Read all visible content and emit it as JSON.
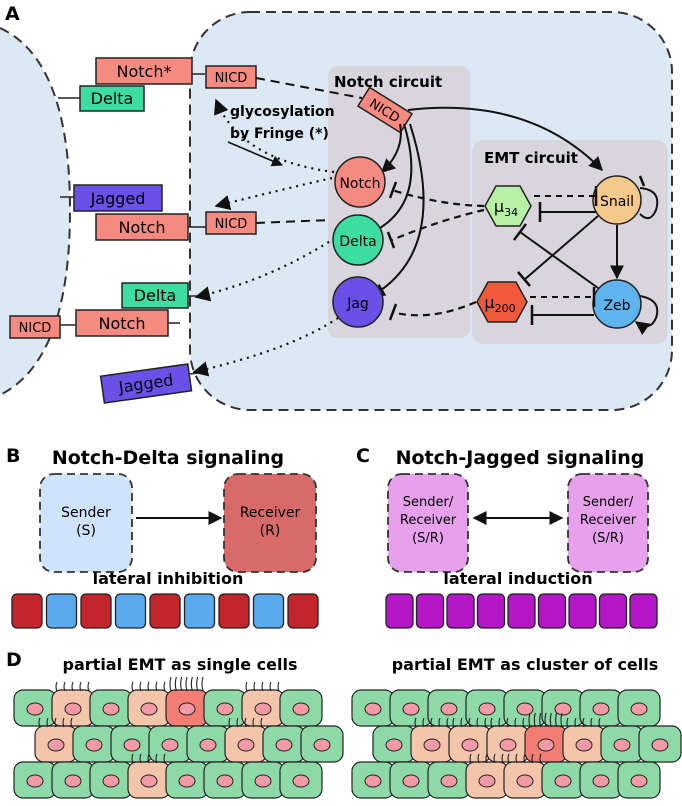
{
  "panels": {
    "a": {
      "letter": "A",
      "membrane": {
        "notch_star": "Notch*",
        "delta_top": "Delta",
        "jagged_mid": "Jagged",
        "notch_mid": "Notch",
        "delta_low": "Delta",
        "notch_low": "Notch",
        "jagged_bottom": "Jagged"
      },
      "nicd": "NICD",
      "glycosylation": "glycosylation",
      "by_fringe": "by Fringe (*)",
      "notch_circuit_title": "Notch circuit",
      "emt_circuit_title": "EMT circuit",
      "nodes": {
        "notch": "Notch",
        "delta": "Delta",
        "jag": "Jag",
        "snail": "Snail",
        "zeb": "Zeb",
        "mu_symbol": "μ",
        "mu34_sub": "34",
        "mu200_sub": "200"
      }
    },
    "b": {
      "letter": "B",
      "title": "Notch-Delta signaling",
      "sender_line1": "Sender",
      "sender_line2": "(S)",
      "receiver_line1": "Receiver",
      "receiver_line2": "(R)",
      "caption": "lateral inhibition"
    },
    "c": {
      "letter": "C",
      "title": "Notch-Jagged signaling",
      "sr_line1": "Sender/",
      "sr_line2": "Receiver",
      "sr_line3": "(S/R)",
      "caption": "lateral induction"
    },
    "d": {
      "letter": "D",
      "left_title": "partial EMT as single cells",
      "right_title": "partial EMT as cluster of cells"
    }
  },
  "colors": {
    "cell_fill": "#dce9f5",
    "circuit_box": "#d8d5dc",
    "nicd": "#f58a80",
    "delta": "#3ddca1",
    "jagged": "#6a50e6",
    "snail": "#f5c88c",
    "zeb": "#5fb4ee",
    "mu34": "#b8f0a6",
    "mu200": "#f05a3a",
    "sender": "#cfe4fb",
    "receiver": "#d96a6a",
    "sr": "#e6a0ec",
    "red_cell": "#c4252c",
    "blue_cell": "#5aabee",
    "purple_cell": "#b416c8",
    "epithelial": "#8ed9a8",
    "hybrid": "#f3c6ab",
    "mesenchymal": "#f27d72",
    "nucleus": "#f29aa6"
  }
}
